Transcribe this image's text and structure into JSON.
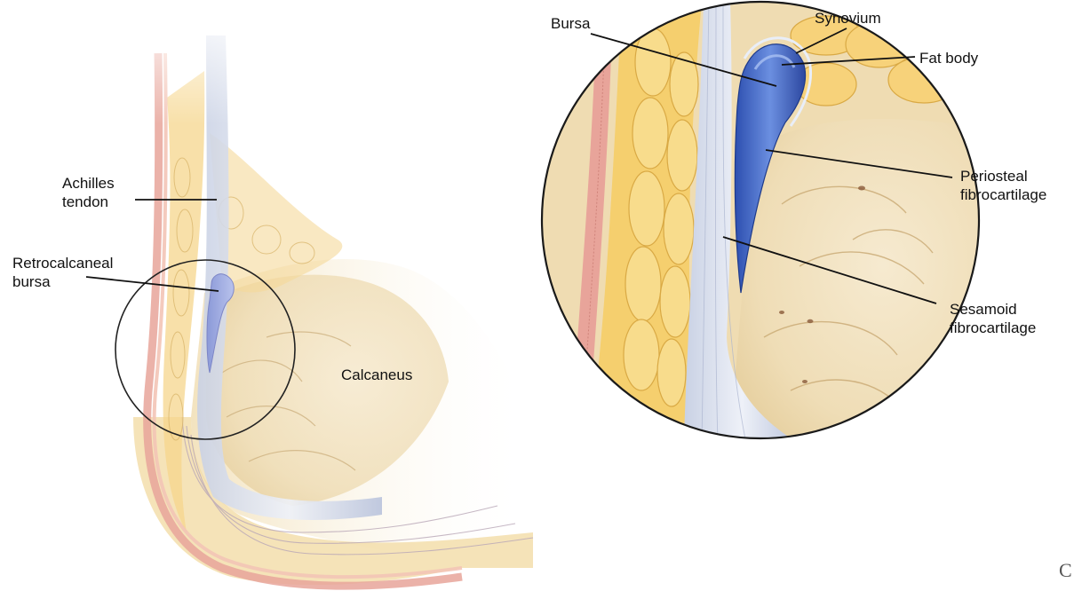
{
  "labels": {
    "achilles_tendon": "Achilles\ntendon",
    "retrocalcaneal_bursa": "Retrocalcaneal\nbursa",
    "calcaneus": "Calcaneus",
    "bursa": "Bursa",
    "synovium": "Synovium",
    "fat_body": "Fat body",
    "periosteal_fibrocartilage": "Periosteal\nfibrocartilage",
    "sesamoid_fibrocartilage": "Sesamoid\nfibrocartilage"
  },
  "panel_letter": "C",
  "colors": {
    "skin": "#e8a8a0",
    "fat": "#f4d48a",
    "bone": "#f1e2c0",
    "tendon": "#d6dbe8",
    "bursa": "#4a6fc8",
    "outline": "#222222"
  }
}
